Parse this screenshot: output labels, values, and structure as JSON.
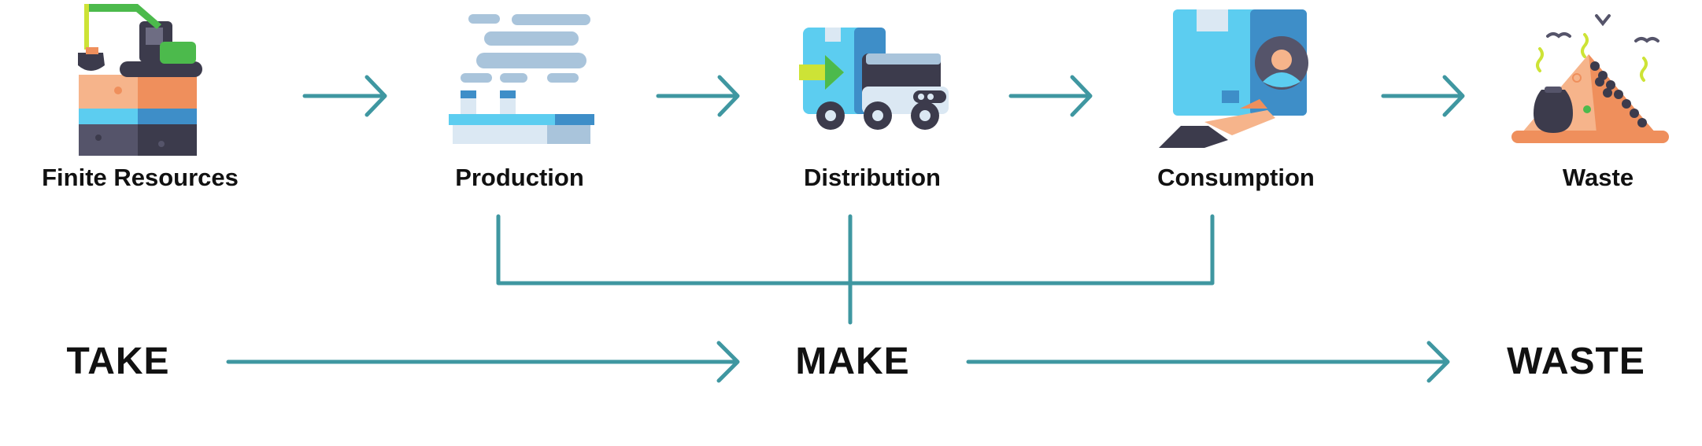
{
  "stages": [
    {
      "label": "Finite Resources",
      "icon": "mining-excavator-icon"
    },
    {
      "label": "Production",
      "icon": "factory-icon"
    },
    {
      "label": "Distribution",
      "icon": "delivery-truck-icon"
    },
    {
      "label": "Consumption",
      "icon": "package-consumer-icon"
    },
    {
      "label": "Waste",
      "icon": "landfill-waste-icon"
    }
  ],
  "phases": [
    {
      "label": "TAKE"
    },
    {
      "label": "MAKE"
    },
    {
      "label": "WASTE"
    }
  ],
  "colors": {
    "arrow": "#3f97a1",
    "text": "#111111",
    "background": "#ffffff"
  }
}
